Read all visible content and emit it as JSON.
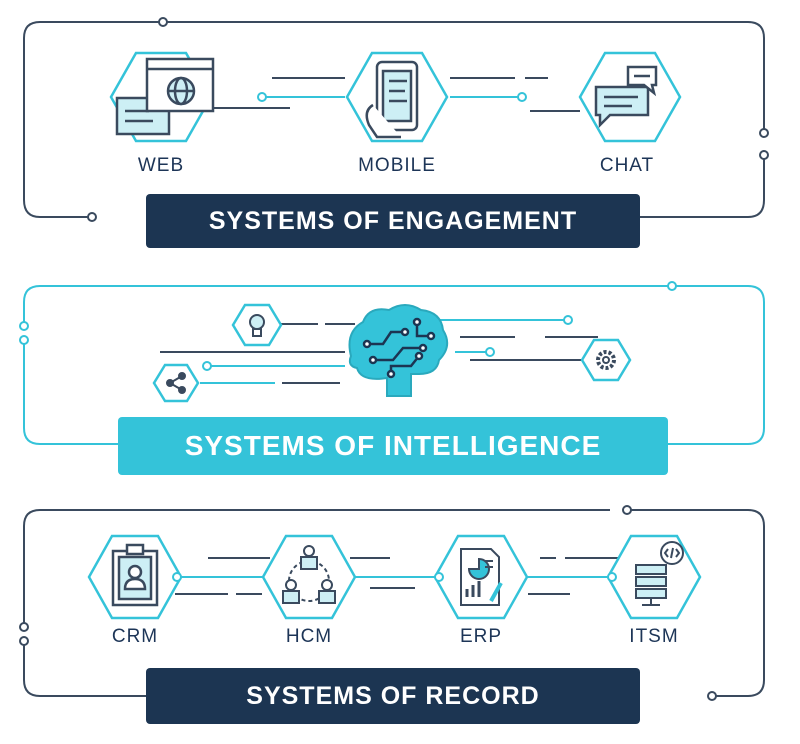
{
  "colors": {
    "navy": "#1c3552",
    "teal": "#34c3d9",
    "line": "#3a4a5e"
  },
  "engagement": {
    "title": "SYSTEMS OF ENGAGEMENT",
    "items": [
      {
        "label": "WEB",
        "icon": "web-browser-icon"
      },
      {
        "label": "MOBILE",
        "icon": "mobile-phone-icon"
      },
      {
        "label": "CHAT",
        "icon": "chat-bubble-icon"
      }
    ]
  },
  "intelligence": {
    "title": "SYSTEMS OF INTELLIGENCE",
    "icons": [
      "lightbulb-icon",
      "brain-circuit-icon",
      "share-icon",
      "gear-icon"
    ]
  },
  "record": {
    "title": "SYSTEMS OF RECORD",
    "items": [
      {
        "label": "CRM",
        "icon": "clipboard-person-icon"
      },
      {
        "label": "HCM",
        "icon": "people-network-icon"
      },
      {
        "label": "ERP",
        "icon": "report-chart-icon"
      },
      {
        "label": "ITSM",
        "icon": "server-code-icon"
      }
    ]
  }
}
